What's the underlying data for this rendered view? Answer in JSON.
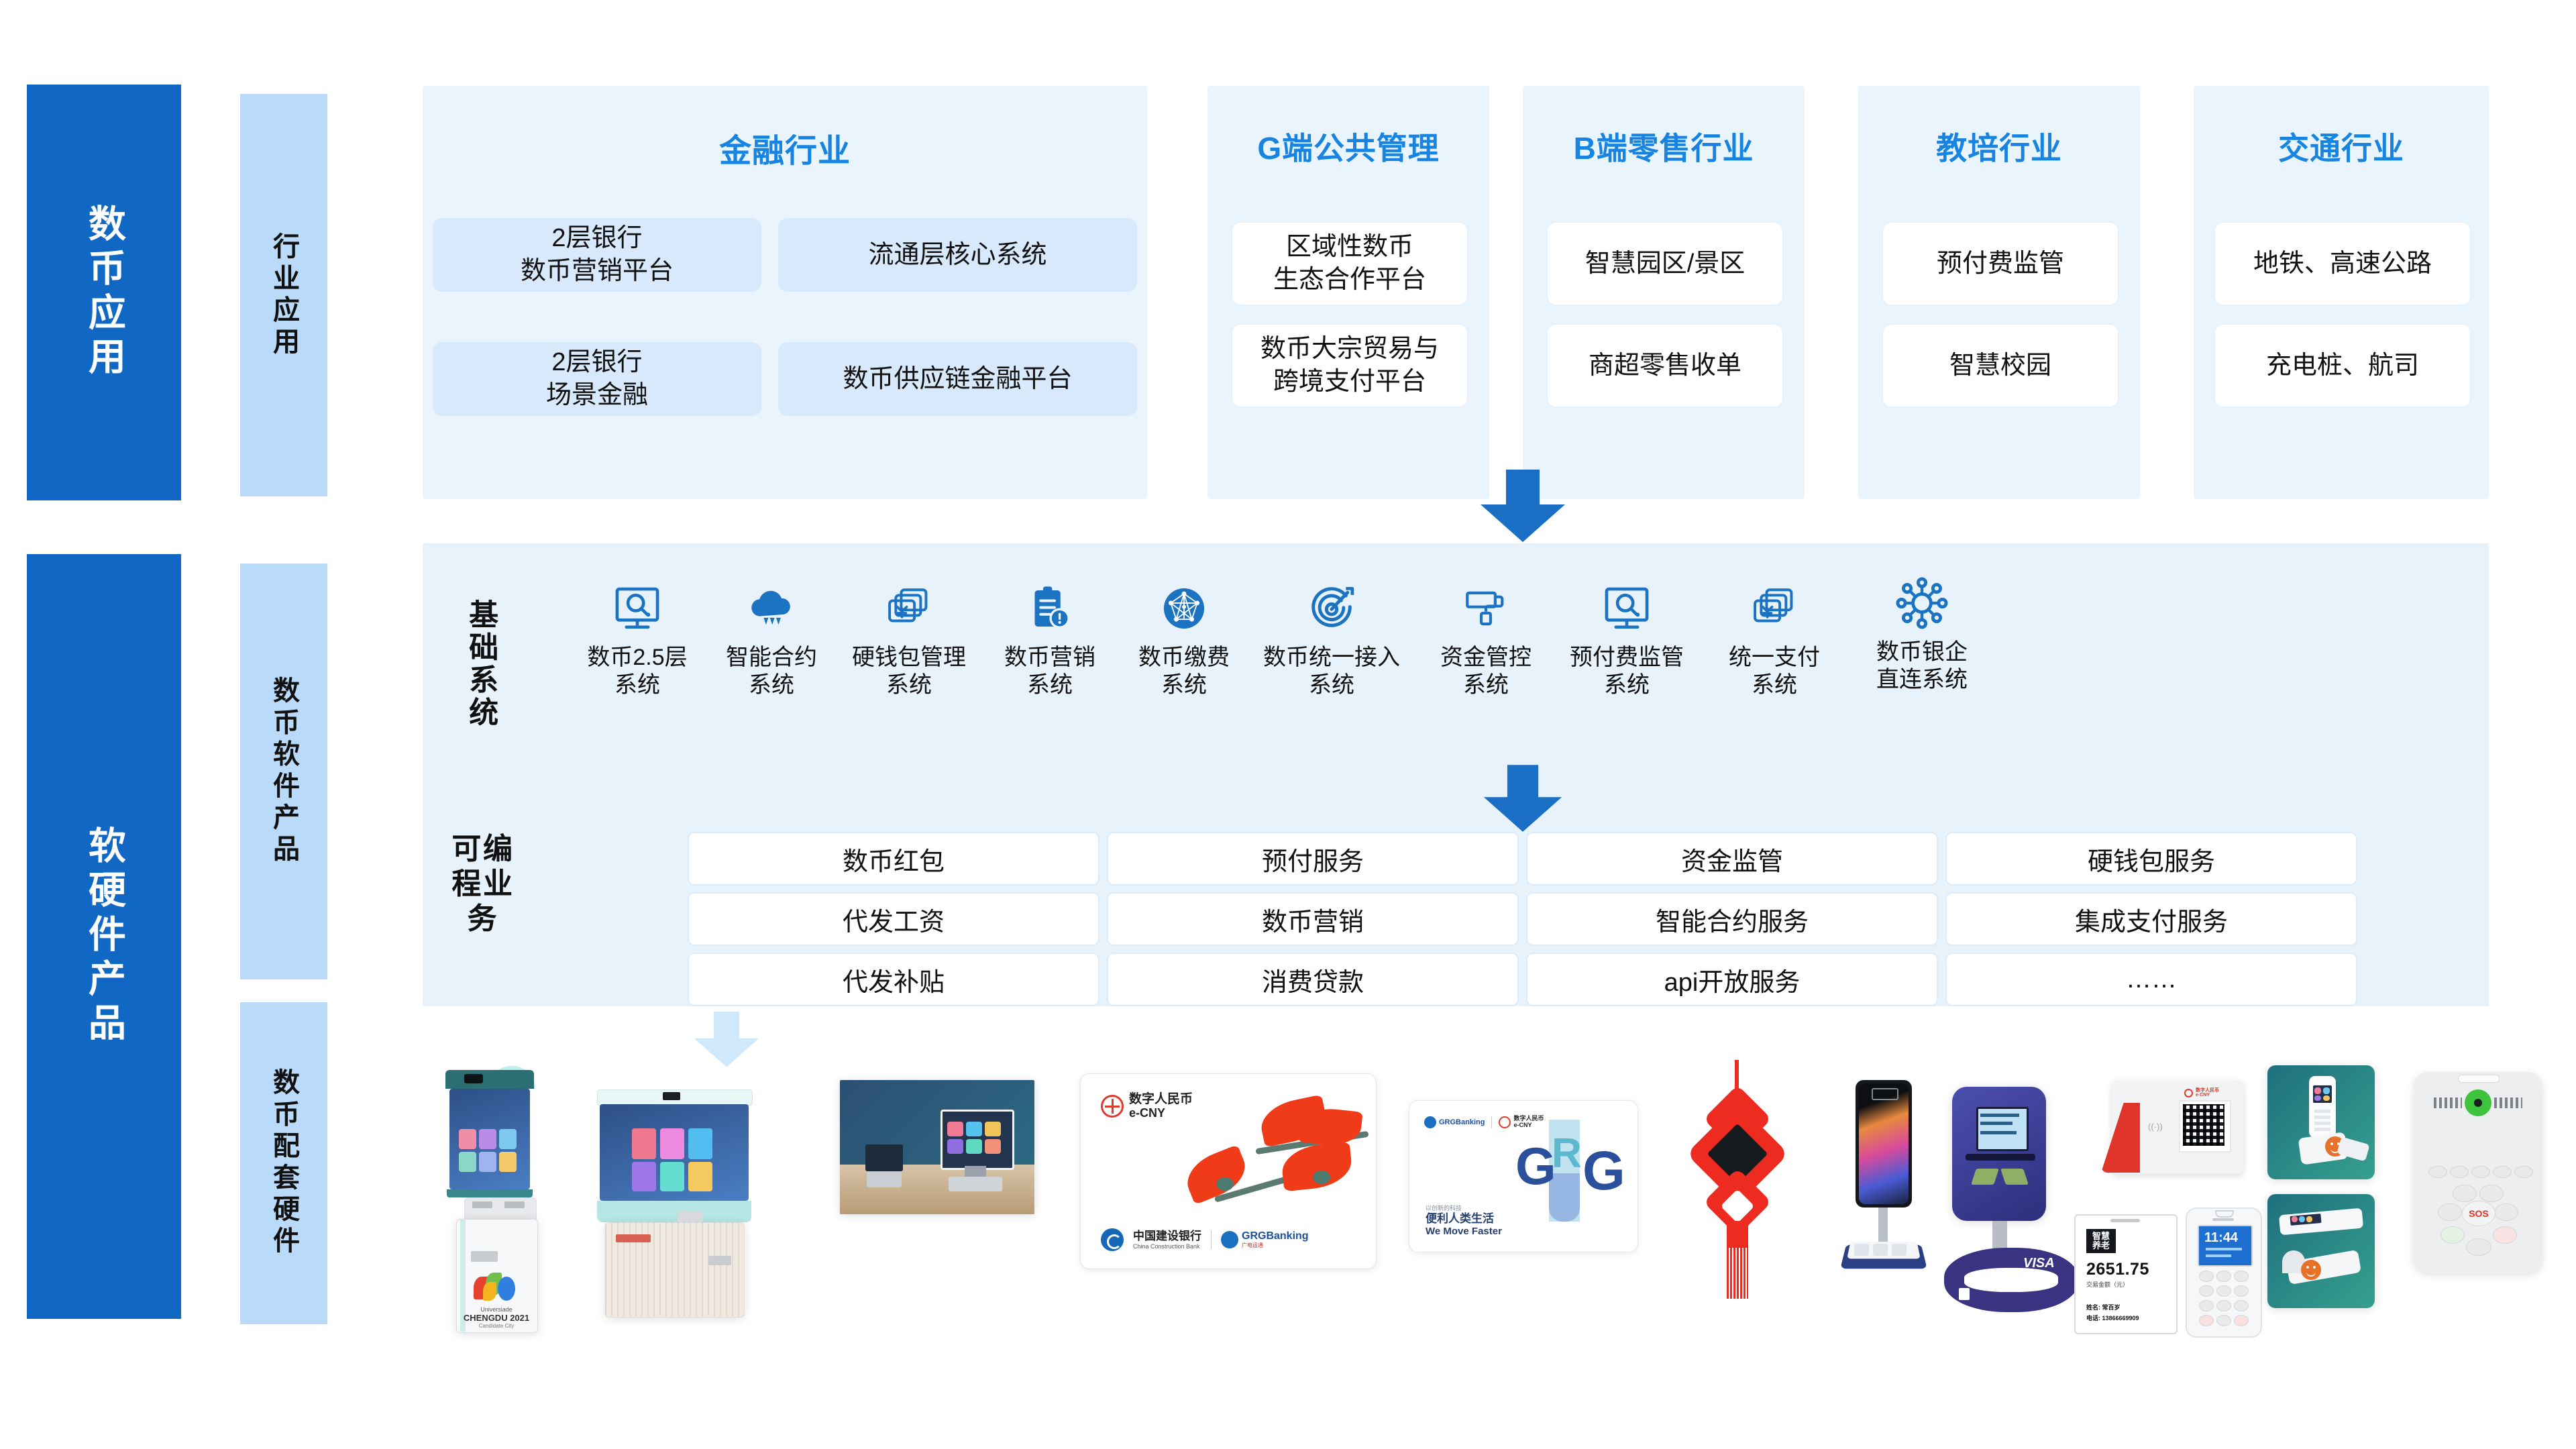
{
  "rails": {
    "left": [
      {
        "label": "数币应用",
        "tone": "dark"
      },
      {
        "label": "软硬件产品",
        "tone": "dark"
      }
    ],
    "second": [
      {
        "label": "行业应用",
        "tone": "light"
      },
      {
        "label": "数币软件产品",
        "tone": "light"
      },
      {
        "label": "数币配套硬件",
        "tone": "light"
      }
    ]
  },
  "industry": {
    "sections": [
      {
        "title": "金融行业",
        "layout": "two-column",
        "cards": [
          {
            "lines": [
              "2层银行",
              "数币营销平台"
            ]
          },
          {
            "lines": [
              "流通层核心系统"
            ]
          },
          {
            "lines": [
              "2层银行",
              "场景金融"
            ]
          },
          {
            "lines": [
              "数币供应链金融平台"
            ]
          }
        ]
      },
      {
        "title": "G端公共管理",
        "layout": "single-column",
        "cards": [
          {
            "lines": [
              "区域性数币",
              "生态合作平台"
            ]
          },
          {
            "lines": [
              "数币大宗贸易与",
              "跨境支付平台"
            ]
          }
        ]
      },
      {
        "title": "B端零售行业",
        "layout": "single-column",
        "cards": [
          {
            "lines": [
              "智慧园区/景区"
            ]
          },
          {
            "lines": [
              "商超零售收单"
            ]
          }
        ]
      },
      {
        "title": "教培行业",
        "layout": "single-column",
        "cards": [
          {
            "lines": [
              "预付费监管"
            ]
          },
          {
            "lines": [
              "智慧校园"
            ]
          }
        ]
      },
      {
        "title": "交通行业",
        "layout": "single-column",
        "cards": [
          {
            "lines": [
              "地铁、高速公路"
            ]
          },
          {
            "lines": [
              "充电桩、航司"
            ]
          }
        ]
      }
    ]
  },
  "base_systems": {
    "group_label": "基础系统",
    "items": [
      {
        "icon": "monitor-search-icon",
        "lines": [
          "数币2.5层",
          "系统"
        ]
      },
      {
        "icon": "cloud-contract-icon",
        "lines": [
          "智能合约",
          "系统"
        ]
      },
      {
        "icon": "yuan-cards-icon",
        "lines": [
          "硬钱包管理",
          "系统"
        ]
      },
      {
        "icon": "clipboard-alert-icon",
        "lines": [
          "数币营销",
          "系统"
        ]
      },
      {
        "icon": "network-node-icon",
        "lines": [
          "数币缴费",
          "系统"
        ]
      },
      {
        "icon": "target-arrow-icon",
        "lines": [
          "数币统一接入",
          "系统"
        ]
      },
      {
        "icon": "paint-roller-icon",
        "lines": [
          "资金管控",
          "系统"
        ]
      },
      {
        "icon": "monitor-search-icon",
        "lines": [
          "预付费监管",
          "系统"
        ]
      },
      {
        "icon": "yuan-cards-icon",
        "lines": [
          "统一支付",
          "系统"
        ]
      },
      {
        "icon": "hub-connect-icon",
        "lines": [
          "数币银企",
          "直连系统"
        ]
      }
    ]
  },
  "programmable": {
    "group_label": "可编程业务",
    "rows": [
      [
        "数币红包",
        "预付服务",
        "资金监管",
        "硬钱包服务"
      ],
      [
        "代发工资",
        "数币营销",
        "智能合约服务",
        "集成支付服务"
      ],
      [
        "代发补贴",
        "消费贷款",
        "api开放服务",
        "……"
      ]
    ]
  },
  "hardware": {
    "items": [
      {
        "name": "self-service-kiosk-chengdu",
        "caption": "Universiade",
        "caption2": "CHENGDU 2021",
        "caption3": "Candidate City"
      },
      {
        "name": "counter-kiosk-icbc"
      },
      {
        "name": "desktop-teller-terminal"
      },
      {
        "name": "ecny-hard-wallet-card"
      },
      {
        "name": "grg-hard-wallet-card"
      },
      {
        "name": "chinese-knot-wallet"
      },
      {
        "name": "phone-stand-terminal"
      },
      {
        "name": "handheld-blue-validator"
      },
      {
        "name": "visa-payment-wristband"
      },
      {
        "name": "qr-payment-terminal"
      },
      {
        "name": "elderly-care-wallet-card"
      },
      {
        "name": "senior-feature-phone"
      },
      {
        "name": "cordless-pos-handset"
      },
      {
        "name": "folding-pos-terminal"
      },
      {
        "name": "sos-elderly-device"
      }
    ],
    "card_ecny": {
      "brand_cn": "数字人民币",
      "brand_en": "e-CNY",
      "bank_cn": "中国建设银行",
      "bank_en": "China Construction Bank",
      "partner": "GRGBanking",
      "partner_cn": "广电运通"
    },
    "card_grg": {
      "partner": "GRGBanking",
      "brand_cn": "数字人民币",
      "brand_en": "e-CNY",
      "tagline_small": "以创新的科技",
      "tagline_cn": "便利人类生活",
      "tagline_en": "We Move Faster",
      "logo_text": "GRG"
    },
    "elderly_card": {
      "badge_line1": "智慧",
      "badge_line2": "养老",
      "amount": "2651.75",
      "amount_label": "交易金额（元）",
      "name_label": "姓名: 常百岁",
      "phone_label": "电话: 13866669909"
    },
    "senior_phone": {
      "time": "11:44"
    },
    "wristband": {
      "brand": "VISA"
    },
    "sos_device": {
      "sos_label": "SOS"
    }
  },
  "colors": {
    "rail_dark": "#1068c4",
    "rail_light": "#b9daf8",
    "panel": "#eaf4fd",
    "title_blue": "#1684e0",
    "card_blue": "#d7e9fb",
    "arrow_dark": "#1a6fc4",
    "arrow_light": "#cfe8fb",
    "icon_blue": "#1b73c2"
  }
}
